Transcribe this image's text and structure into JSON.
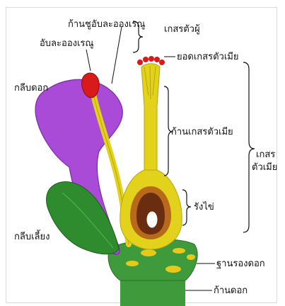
{
  "labels": {
    "filament": "ก้านชูอับละอองเรณู",
    "anther": "อับละอองเรณู",
    "petal": "กลีบดอก",
    "stamen": "เกสรตัวผู้",
    "stigma": "ยอดเกสรตัวเมีย",
    "style": "ก้านเกสรตัวเมีย",
    "pistil_line1": "เกสร",
    "pistil_line2": "ตัวเมีย",
    "ovary": "รังไข่",
    "sepal": "กลีบเลี้ยง",
    "receptacle": "ฐานรองดอก",
    "pedicel": "ก้านดอก"
  },
  "colors": {
    "petal": "#a94bd6",
    "sepal": "#2e8b2e",
    "receptacle": "#3e9a3a",
    "filament": "#e3d21c",
    "anther": "#d81a1a",
    "ovary_outer": "#b86a1a",
    "ovary_inner": "#6b2d0f",
    "ovule": "#ffffff"
  }
}
